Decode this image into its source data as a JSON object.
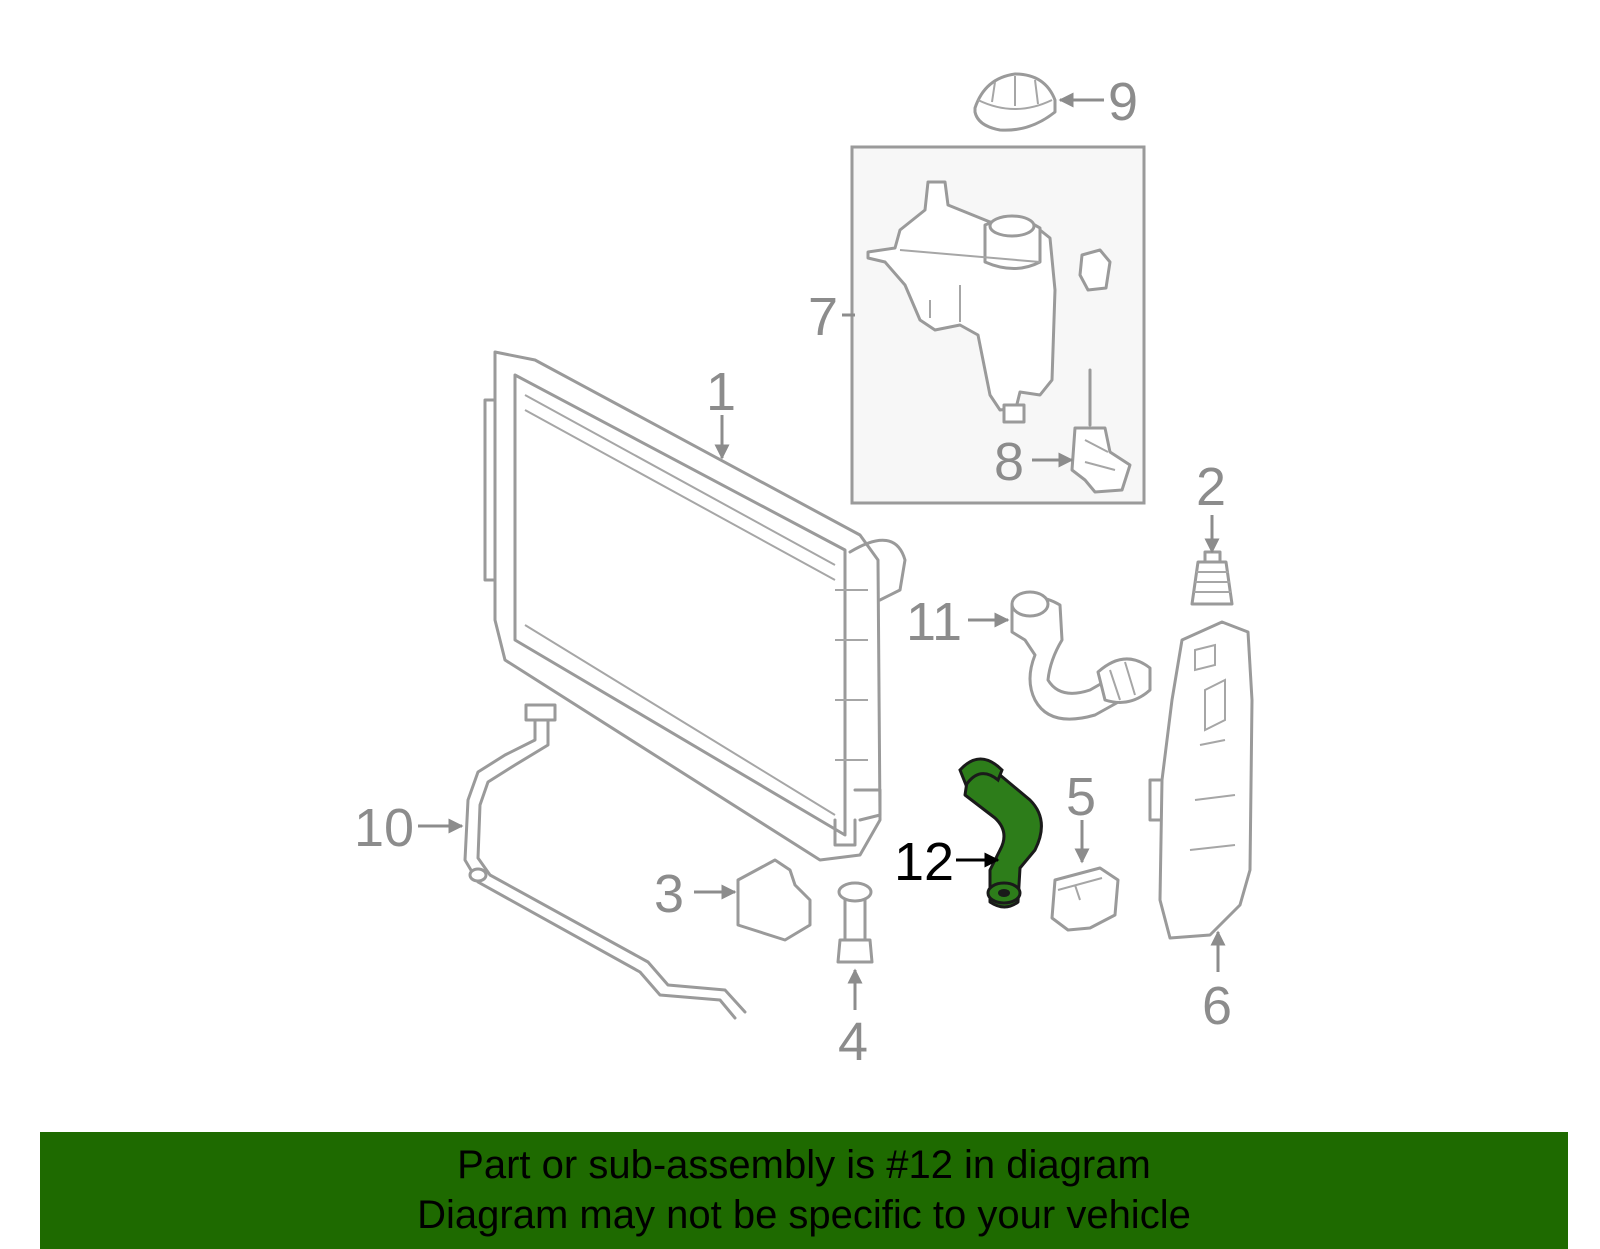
{
  "diagram": {
    "callouts": [
      "1",
      "2",
      "3",
      "4",
      "5",
      "6",
      "7",
      "8",
      "9",
      "10",
      "11",
      "12"
    ],
    "highlighted_part": "12",
    "highlight_color": "#2d7d1a",
    "banner_color": "#1e6a00"
  },
  "banner": {
    "line1": "Part or sub-assembly is #12 in diagram",
    "line2": "Diagram may not be specific to your vehicle"
  }
}
